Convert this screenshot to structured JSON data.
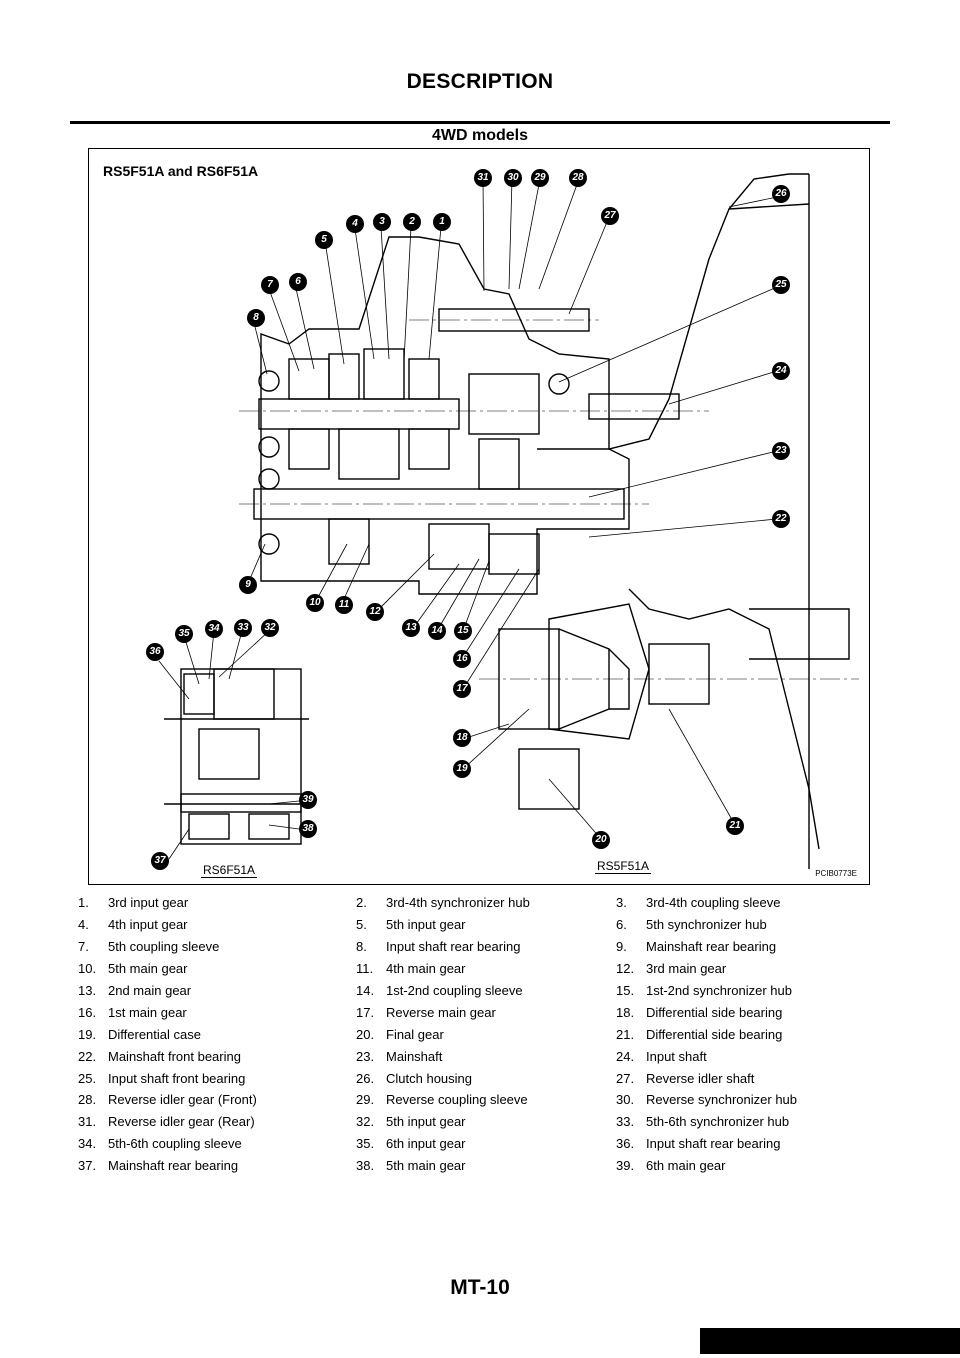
{
  "page_title": "DESCRIPTION",
  "section_title": "4WD models",
  "figure": {
    "title": "RS5F51A and RS6F51A",
    "code": "PCIB0773E",
    "variant_left": "RS6F51A",
    "variant_right": "RS5F51A",
    "callouts": [
      "1",
      "2",
      "3",
      "4",
      "5",
      "6",
      "7",
      "8",
      "9",
      "10",
      "11",
      "12",
      "13",
      "14",
      "15",
      "16",
      "17",
      "18",
      "19",
      "20",
      "21",
      "22",
      "23",
      "24",
      "25",
      "26",
      "27",
      "28",
      "29",
      "30",
      "31",
      "32",
      "33",
      "34",
      "35",
      "36",
      "37",
      "38",
      "39"
    ]
  },
  "legend": [
    {
      "num": "1.",
      "text": "3rd input gear"
    },
    {
      "num": "2.",
      "text": "3rd-4th synchronizer hub"
    },
    {
      "num": "3.",
      "text": "3rd-4th coupling sleeve"
    },
    {
      "num": "4.",
      "text": "4th input gear"
    },
    {
      "num": "5.",
      "text": "5th input gear"
    },
    {
      "num": "6.",
      "text": "5th synchronizer hub"
    },
    {
      "num": "7.",
      "text": "5th coupling sleeve"
    },
    {
      "num": "8.",
      "text": "Input shaft rear bearing"
    },
    {
      "num": "9.",
      "text": "Mainshaft rear bearing"
    },
    {
      "num": "10.",
      "text": "5th main gear"
    },
    {
      "num": "11.",
      "text": "4th main gear"
    },
    {
      "num": "12.",
      "text": "3rd main gear"
    },
    {
      "num": "13.",
      "text": "2nd main gear"
    },
    {
      "num": "14.",
      "text": "1st-2nd coupling sleeve"
    },
    {
      "num": "15.",
      "text": "1st-2nd synchronizer hub"
    },
    {
      "num": "16.",
      "text": "1st main gear"
    },
    {
      "num": "17.",
      "text": "Reverse main gear"
    },
    {
      "num": "18.",
      "text": "Differential side bearing"
    },
    {
      "num": "19.",
      "text": "Differential case"
    },
    {
      "num": "20.",
      "text": "Final gear"
    },
    {
      "num": "21.",
      "text": "Differential side bearing"
    },
    {
      "num": "22.",
      "text": "Mainshaft front bearing"
    },
    {
      "num": "23.",
      "text": "Mainshaft"
    },
    {
      "num": "24.",
      "text": "Input shaft"
    },
    {
      "num": "25.",
      "text": "Input shaft front bearing"
    },
    {
      "num": "26.",
      "text": "Clutch housing"
    },
    {
      "num": "27.",
      "text": "Reverse idler shaft"
    },
    {
      "num": "28.",
      "text": "Reverse idler gear (Front)"
    },
    {
      "num": "29.",
      "text": "Reverse coupling sleeve"
    },
    {
      "num": "30.",
      "text": "Reverse synchronizer hub"
    },
    {
      "num": "31.",
      "text": "Reverse idler gear (Rear)"
    },
    {
      "num": "32.",
      "text": "5th input gear"
    },
    {
      "num": "33.",
      "text": "5th-6th synchronizer hub"
    },
    {
      "num": "34.",
      "text": "5th-6th coupling sleeve"
    },
    {
      "num": "35.",
      "text": "6th input gear"
    },
    {
      "num": "36.",
      "text": "Input shaft rear bearing"
    },
    {
      "num": "37.",
      "text": "Mainshaft rear bearing"
    },
    {
      "num": "38.",
      "text": "5th main gear"
    },
    {
      "num": "39.",
      "text": "6th main gear"
    }
  ],
  "page_number": "MT-10"
}
